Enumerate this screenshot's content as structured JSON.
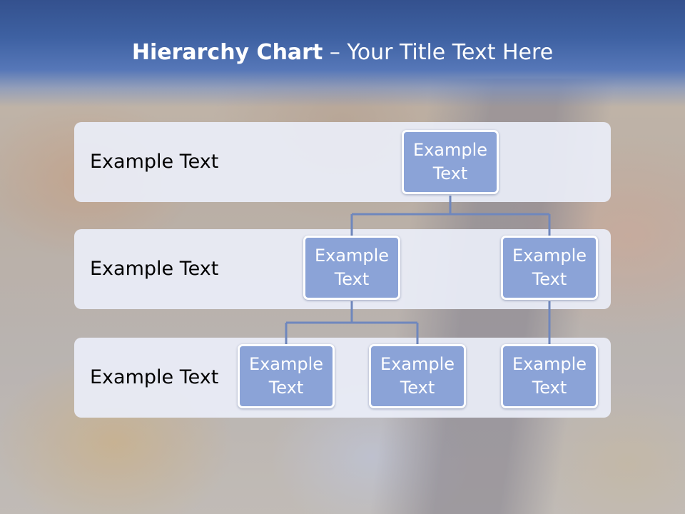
{
  "title": {
    "bold": "Hierarchy Chart",
    "rest": " – Your Title Text Here"
  },
  "levels": [
    {
      "label": "Example Text"
    },
    {
      "label": "Example Text"
    },
    {
      "label": "Example Text"
    }
  ],
  "nodes": {
    "root": {
      "line1": "Example",
      "line2": "Text"
    },
    "level2_left": {
      "line1": "Example",
      "line2": "Text"
    },
    "level2_right": {
      "line1": "Example",
      "line2": "Text"
    },
    "level3_a": {
      "line1": "Example",
      "line2": "Text"
    },
    "level3_b": {
      "line1": "Example",
      "line2": "Text"
    },
    "level3_c": {
      "line1": "Example",
      "line2": "Text"
    }
  },
  "colors": {
    "node_fill": "#8ba3d7",
    "connector": "#6f87bd",
    "title_band": "#3e61a2",
    "band_fill": "#eaeef9"
  }
}
